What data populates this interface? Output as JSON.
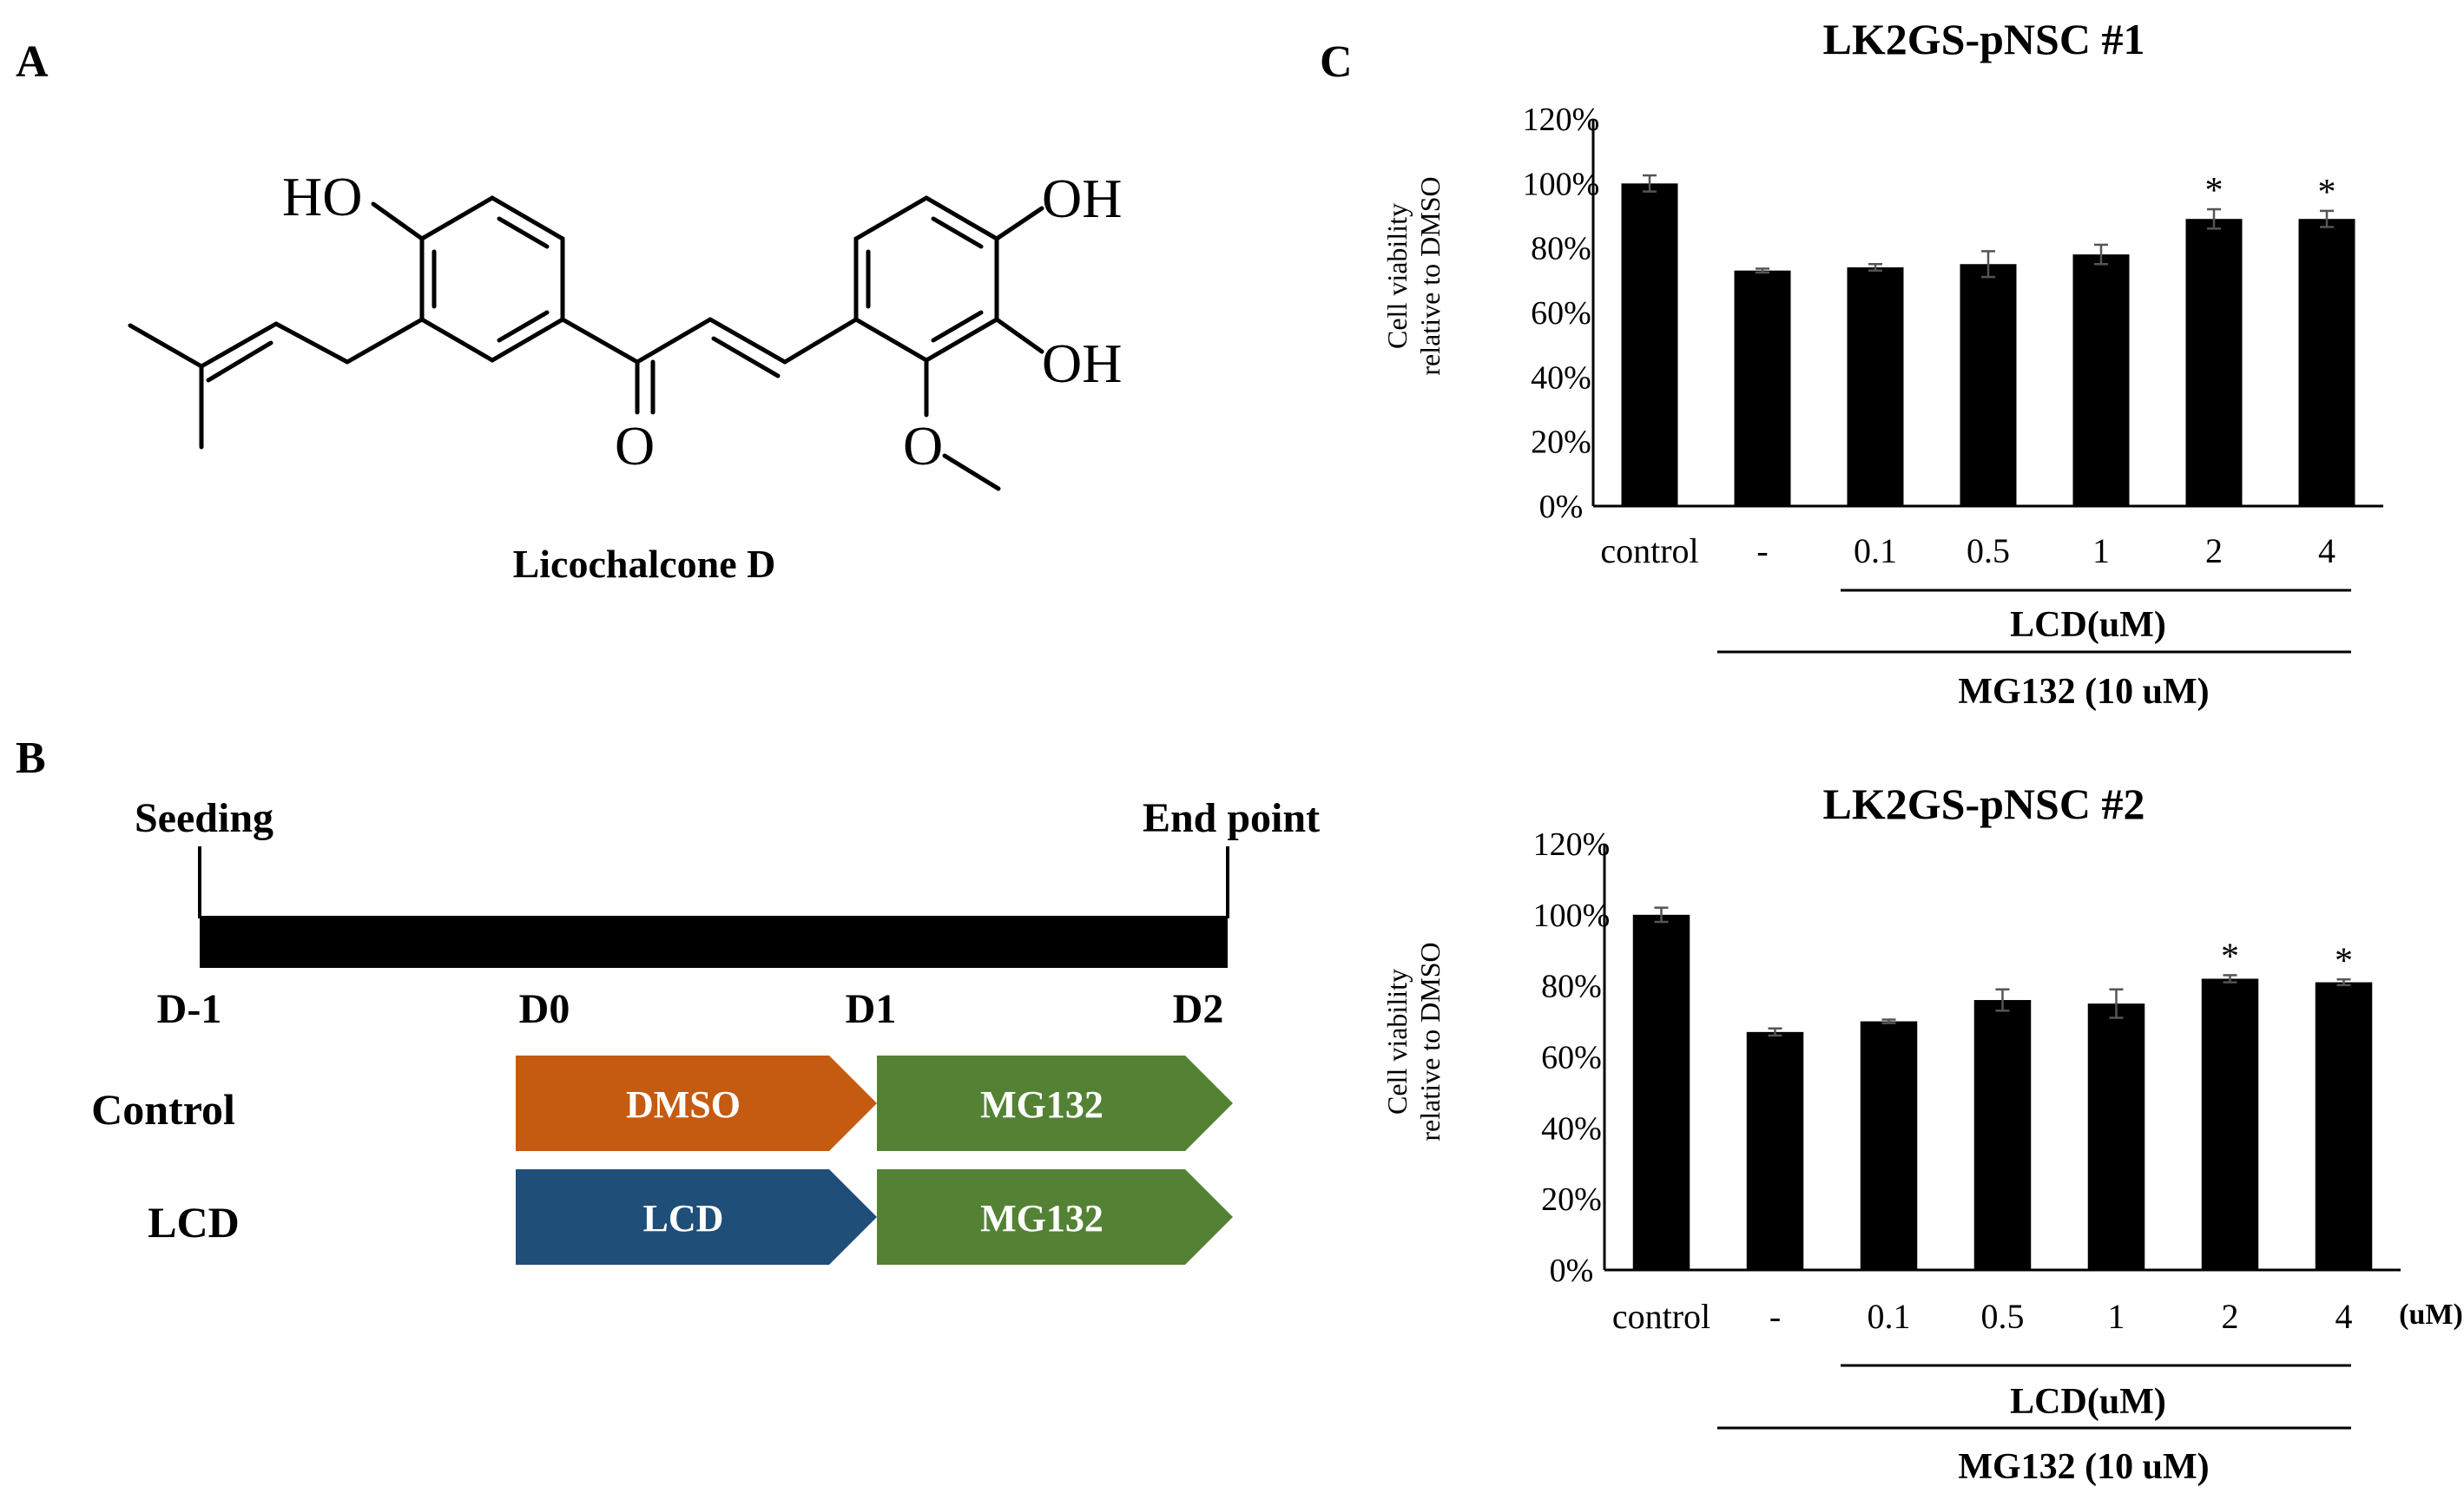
{
  "panel_a": {
    "letter": "A",
    "compound_name": "Licochalcone D",
    "atom_labels": {
      "ho": "HO",
      "oh_top": "OH",
      "oh_bottom": "OH",
      "carbonyl_o": "O",
      "ether_o": "O"
    }
  },
  "panel_b": {
    "letter": "B",
    "seeding_label": "Seeding",
    "endpoint_label": "End point",
    "day_labels": [
      "D-1",
      "D0",
      "D1",
      "D2"
    ],
    "rows": [
      {
        "label": "Control",
        "steps": [
          {
            "text": "DMSO",
            "color": "#C55A11"
          },
          {
            "text": "MG132",
            "color": "#548235"
          }
        ]
      },
      {
        "label": "LCD",
        "steps": [
          {
            "text": "LCD",
            "color": "#1F4E79"
          },
          {
            "text": "MG132",
            "color": "#548235"
          }
        ]
      }
    ]
  },
  "panel_c": {
    "letter": "C",
    "unit_note": "(uM)",
    "bracket_lcd": "LCD(uM)",
    "bracket_mg132": "MG132 (10 uM)"
  },
  "chart_data": [
    {
      "type": "bar",
      "title": "LK2GS-pNSC #1",
      "ylabel": [
        "Cell viability",
        "relative to DMSO"
      ],
      "yticks": [
        "0%",
        "20%",
        "40%",
        "60%",
        "80%",
        "100%",
        "120%"
      ],
      "ylim": [
        0,
        1.2
      ],
      "categories": [
        "control",
        "-",
        "0.1",
        "0.5",
        "1",
        "2",
        "4"
      ],
      "values": [
        1.0,
        0.73,
        0.74,
        0.75,
        0.78,
        0.89,
        0.89
      ],
      "errors": [
        0.025,
        0.006,
        0.01,
        0.04,
        0.03,
        0.03,
        0.025
      ],
      "significance": [
        "",
        "",
        "",
        "",
        "",
        "*",
        "*"
      ],
      "bar_color": "#000000"
    },
    {
      "type": "bar",
      "title": "LK2GS-pNSC #2",
      "ylabel": [
        "Cell viability",
        "relative to DMSO"
      ],
      "yticks": [
        "0%",
        "20%",
        "40%",
        "60%",
        "80%",
        "100%",
        "120%"
      ],
      "ylim": [
        0,
        1.2
      ],
      "categories": [
        "control",
        "-",
        "0.1",
        "0.5",
        "1",
        "2",
        "4"
      ],
      "values": [
        1.0,
        0.67,
        0.7,
        0.76,
        0.75,
        0.82,
        0.81
      ],
      "errors": [
        0.02,
        0.01,
        0.005,
        0.03,
        0.04,
        0.01,
        0.008
      ],
      "significance": [
        "",
        "",
        "",
        "",
        "",
        "*",
        "*"
      ],
      "bar_color": "#000000"
    }
  ]
}
